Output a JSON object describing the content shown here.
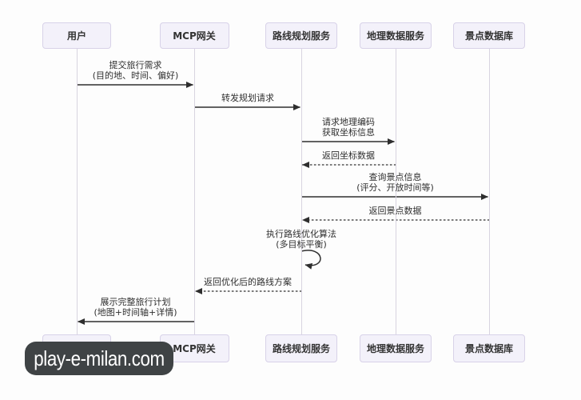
{
  "colors": {
    "background": "#fdfdfd",
    "actor_fill": "#f3f1fa",
    "actor_border": "#d8d2e8",
    "actor_text": "#333333",
    "lifeline": "#d8d4e0",
    "arrow": "#2e2e2e",
    "label_text": "#2f2f2f",
    "watermark_bg": "#3f4345",
    "watermark_fg": "#ffffff"
  },
  "watermark": {
    "text": "play-e-milan.com"
  },
  "diagram": {
    "actors": [
      {
        "id": "user",
        "label": "用户"
      },
      {
        "id": "mcp-gateway",
        "label": "MCP网关"
      },
      {
        "id": "route-planning-service",
        "label": "路线规划服务"
      },
      {
        "id": "geo-data-service",
        "label": "地理数据服务"
      },
      {
        "id": "poi-database",
        "label": "景点数据库"
      }
    ],
    "messages": [
      {
        "from": "user",
        "to": "mcp-gateway",
        "line": "solid",
        "text": [
          "提交旅行需求",
          "(目的地、时间、偏好)"
        ]
      },
      {
        "from": "mcp-gateway",
        "to": "route-planning-service",
        "line": "solid",
        "text": [
          "转发规划请求"
        ]
      },
      {
        "from": "route-planning-service",
        "to": "geo-data-service",
        "line": "solid",
        "text": [
          "请求地理编码",
          "获取坐标信息"
        ]
      },
      {
        "from": "geo-data-service",
        "to": "route-planning-service",
        "line": "dotted",
        "text": [
          "返回坐标数据"
        ]
      },
      {
        "from": "route-planning-service",
        "to": "poi-database",
        "line": "solid",
        "text": [
          "查询景点信息",
          "(评分、开放时间等)"
        ]
      },
      {
        "from": "poi-database",
        "to": "route-planning-service",
        "line": "dotted",
        "text": [
          "返回景点数据"
        ]
      },
      {
        "from": "route-planning-service",
        "to": "route-planning-service",
        "line": "self",
        "text": [
          "执行路线优化算法",
          "(多目标平衡)"
        ]
      },
      {
        "from": "route-planning-service",
        "to": "mcp-gateway",
        "line": "dotted",
        "text": [
          "返回优化后的路线方案"
        ]
      },
      {
        "from": "mcp-gateway",
        "to": "user",
        "line": "solid",
        "text": [
          "展示完整旅行计划",
          "(地图+时间轴+详情)"
        ]
      }
    ]
  }
}
